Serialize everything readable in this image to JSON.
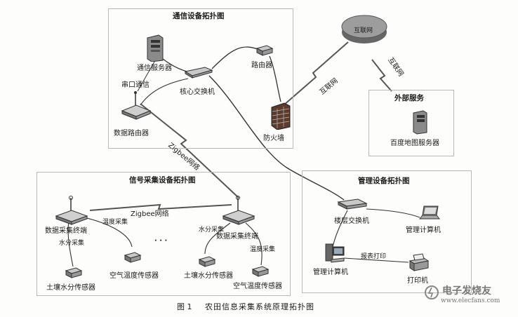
{
  "panels": {
    "comm": {
      "title": "通信设备拓扑图"
    },
    "signal": {
      "title": "信号采集设备拓扑图"
    },
    "mgmt": {
      "title": "管理设备拓扑图"
    },
    "external": {
      "title": "外部服务"
    }
  },
  "labels": {
    "comm_server": "通信服务器",
    "serial": "串口通信",
    "core_switch": "核心交换机",
    "router": "路由器",
    "firewall": "防火墙",
    "data_router": "数据路由器",
    "internet_cloud": "互联网",
    "internet_link_left": "互联网",
    "internet_link_right": "互联网",
    "baidu_server": "百度地图服务器",
    "zigbee_diag": "Zigbee网络",
    "zigbee_h": "Zigbee网络",
    "terminal_left": "数据采集终端",
    "terminal_right": "数据采集终端",
    "temp_collect_left": "温度采集",
    "temp_collect_right": "温度采集",
    "moisture_collect_left": "水分采集",
    "moisture_collect_right": "水分采集",
    "dots": "· · ·",
    "air_temp_sensor_1": "空气温度传感器",
    "soil_sensor_1": "土壤水分传感器",
    "soil_sensor_2": "土壤水分传感器",
    "air_temp_sensor_2": "空气温度传感器",
    "floor_switch": "楼层交换机",
    "mgmt_pc_laptop": "管理计算机",
    "mgmt_pc_desktop": "管理计算机",
    "report_print": "报表打印",
    "printer": "打印机"
  },
  "caption": {
    "fig": "图 1",
    "text": "农田信息采集系统原理拓扑图"
  },
  "watermark": {
    "cn": "电子发烧友",
    "en": "www.elecfans.com"
  }
}
